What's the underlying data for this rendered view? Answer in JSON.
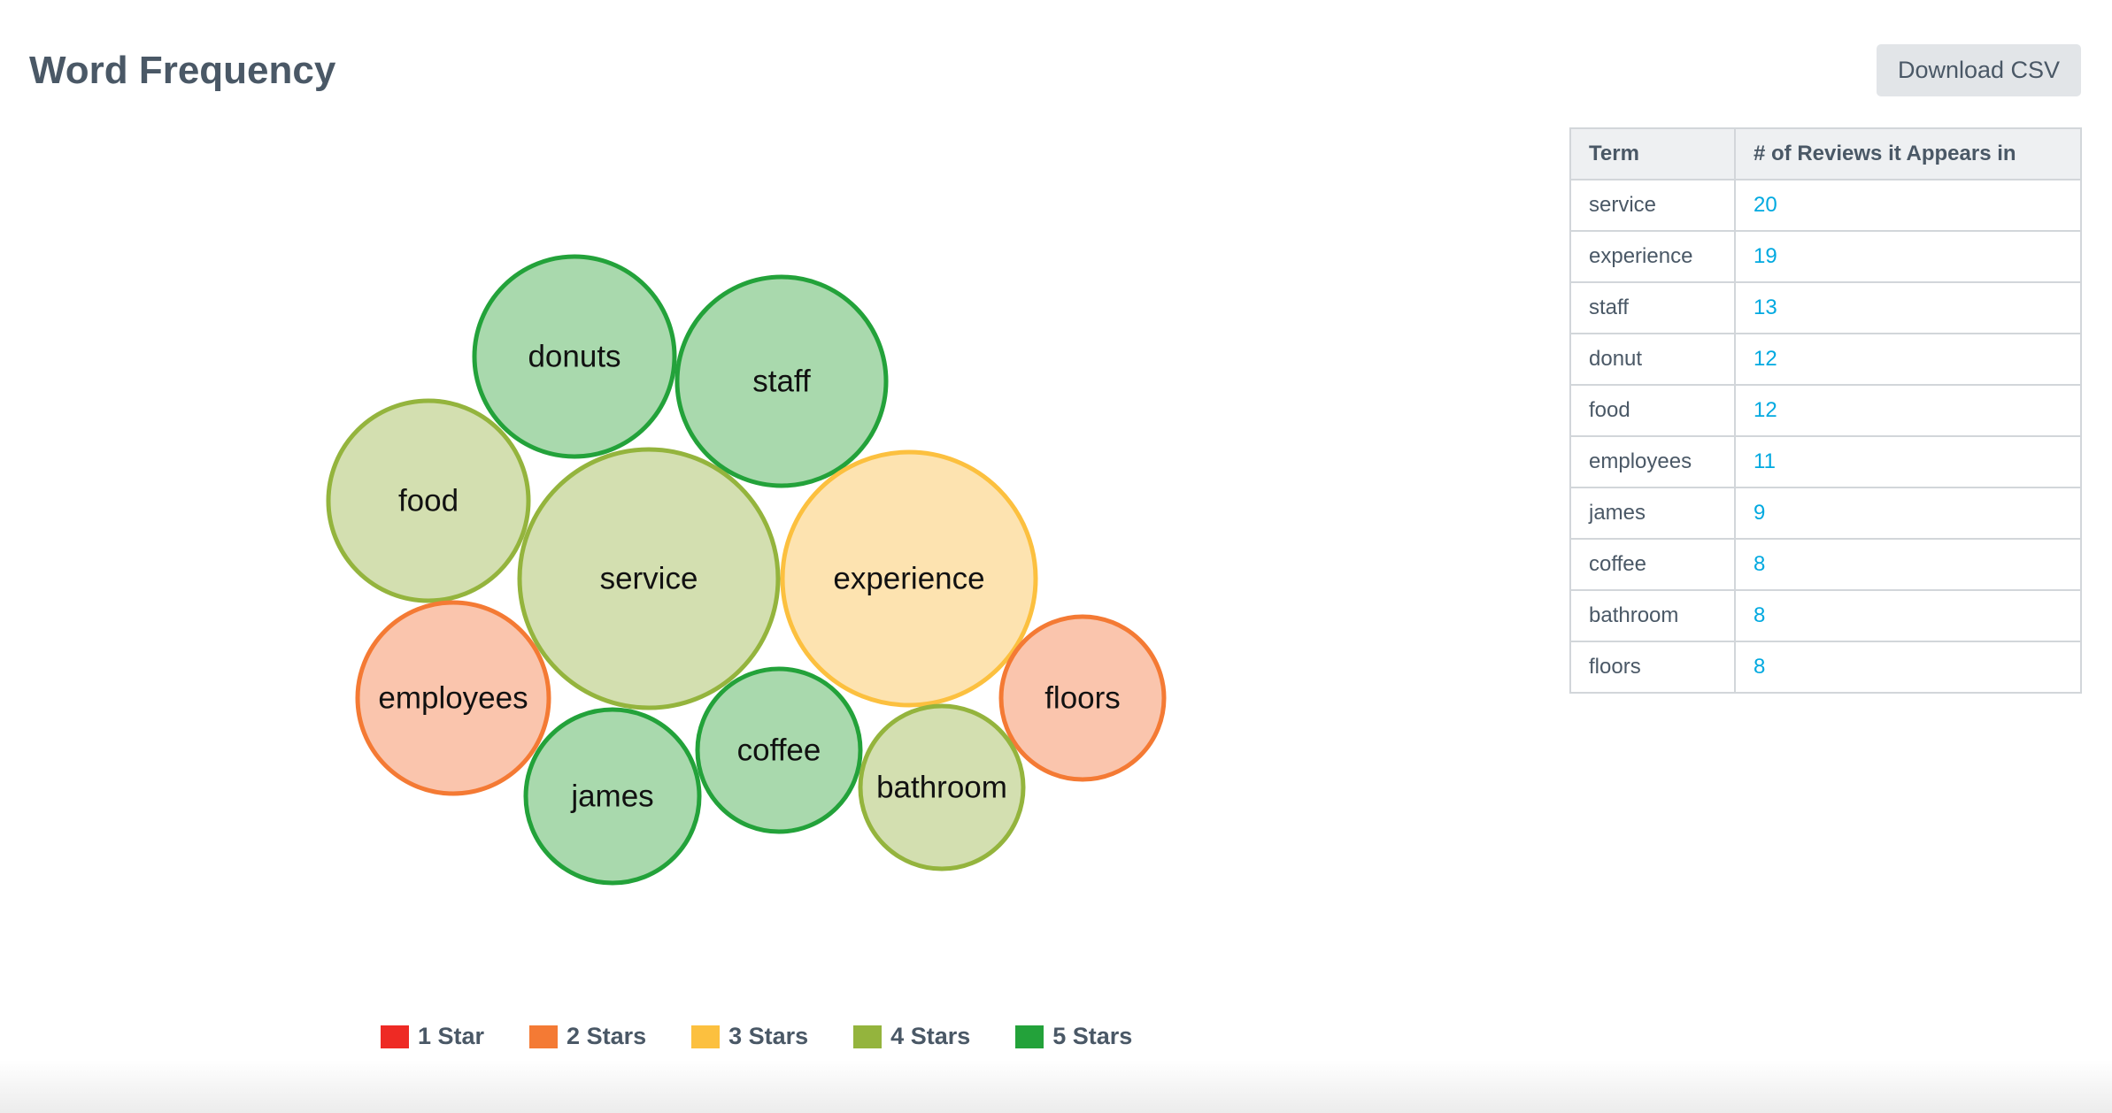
{
  "page": {
    "title": "Word Frequency",
    "download_label": "Download CSV"
  },
  "table": {
    "headers": [
      "Term",
      "# of Reviews it Appears in"
    ],
    "rows": [
      {
        "term": "service",
        "count": "20"
      },
      {
        "term": "experience",
        "count": "19"
      },
      {
        "term": "staff",
        "count": "13"
      },
      {
        "term": "donut",
        "count": "12"
      },
      {
        "term": "food",
        "count": "12"
      },
      {
        "term": "employees",
        "count": "11"
      },
      {
        "term": "james",
        "count": "9"
      },
      {
        "term": "coffee",
        "count": "8"
      },
      {
        "term": "bathroom",
        "count": "8"
      },
      {
        "term": "floors",
        "count": "8"
      }
    ]
  },
  "legend": [
    {
      "label": "1 Star",
      "color": "#ee2a24"
    },
    {
      "label": "2 Stars",
      "color": "#f47a34"
    },
    {
      "label": "3 Stars",
      "color": "#fcc03f"
    },
    {
      "label": "4 Stars",
      "color": "#94b43d"
    },
    {
      "label": "5 Stars",
      "color": "#23a23a"
    }
  ],
  "chart_data": {
    "type": "bubble",
    "bubbles": [
      {
        "label": "donuts",
        "rating": 5
      },
      {
        "label": "staff",
        "rating": 5
      },
      {
        "label": "food",
        "rating": 4
      },
      {
        "label": "service",
        "rating": 4
      },
      {
        "label": "experience",
        "rating": 3
      },
      {
        "label": "employees",
        "rating": 2
      },
      {
        "label": "floors",
        "rating": 2
      },
      {
        "label": "coffee",
        "rating": 5
      },
      {
        "label": "bathroom",
        "rating": 4
      },
      {
        "label": "james",
        "rating": 5
      }
    ]
  }
}
